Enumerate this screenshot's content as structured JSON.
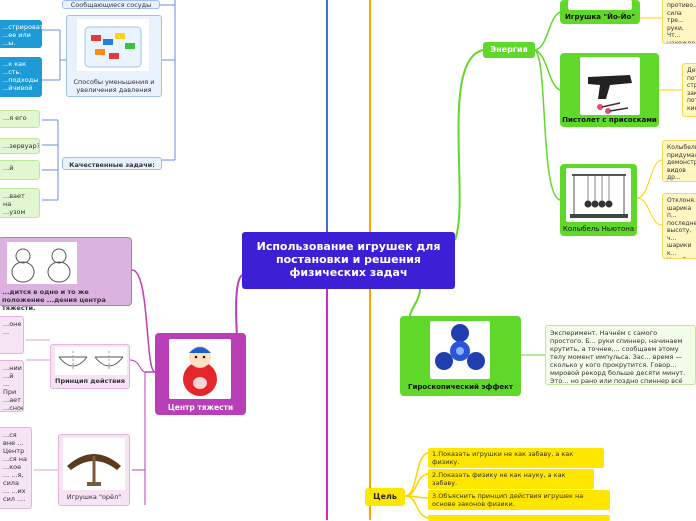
{
  "central": {
    "title": "Использование игрушек для постановки и решения физических задач"
  },
  "energy": {
    "label": "Энергия",
    "cards": [
      {
        "caption": "Игрушка \"Йо-Йо\"",
        "note": "противо... сила тре... руки, Чт... нахожде... нить вве... дополни..."
      },
      {
        "caption": "Пистолет с присосками",
        "note": "Дев... пот... стру... зак... пот... кин..."
      },
      {
        "caption": "Колыбель Ньютона",
        "note_top": "Колыбель... придумал... демонстр... видов др... потенциа...",
        "note_bottom": "Отклоня... шарика п... последне... высоту, ч... шарики к... Колебани... потеря м... трения и..."
      }
    ]
  },
  "gyro": {
    "caption": "Гироскопический эффект",
    "note": "Эксперимент. Начнём с самого простого. Б... руки спиннер, начинаем крутить, а точнее,... сообщаем этому телу момент импульса. Зас... время — сколько у кого прокрутится. Говор... мировой рекорд больше десяти минут. Это... но рано или поздно спиннер всё равно останавливается. Почему?"
  },
  "goal": {
    "label": "Цель",
    "items": [
      "1.Показать игрушки не как забаву, а как физику.",
      "2.Показать физику не как науку, а как забаву.",
      "3.Объяснить принцип действия игрушек на основе законов физики."
    ]
  },
  "left_top": {
    "caption_top": "Сообщающиеся сосуды",
    "ways_caption": "Способы уменьшения и увеличения давления",
    "blue1": "...стрировать ...ее или ...ы.",
    "blue2": "...к как ...сть. ...подходы ...йчивой",
    "quality_label": "Качественные задачи:",
    "q1": "...я его",
    "q2": "...зервуар?",
    "q3": "...й",
    "q4": "...вает на ...узом"
  },
  "gravity": {
    "label": "Центр тяжести",
    "purple_note": "...дится в одно и то же положение ...дения центра тяжести.",
    "principle_caption": "Принцип действия",
    "eagle_caption": "Игрушка \"орёл\"",
    "pink1": "...оне ...",
    "pink2": "...нии ...й ... При ...ает ...сное",
    "pink3": "...ся вне ... Центр ...ся на ...кое ... ...я, сила ... ...их сил ...."
  }
}
